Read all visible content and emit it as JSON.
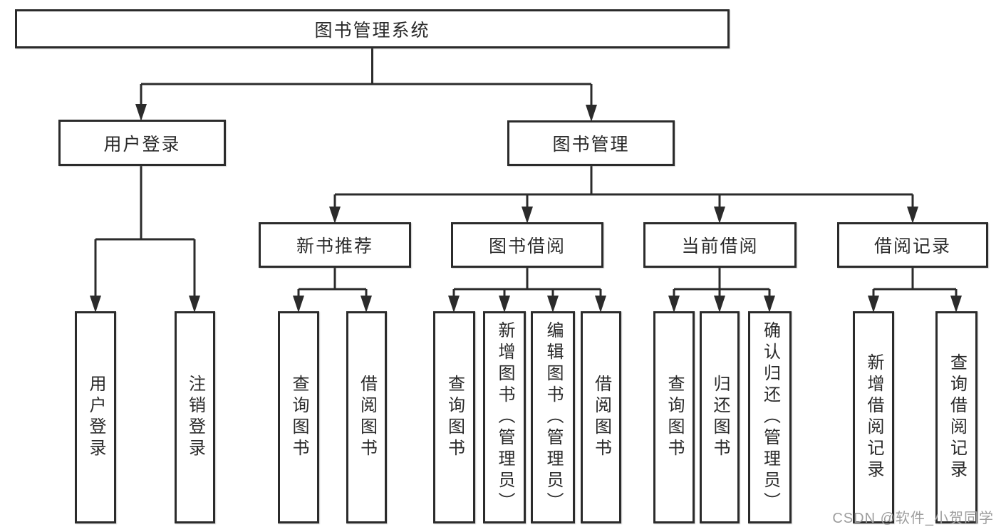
{
  "tree": {
    "label": "图书管理系统",
    "children": [
      {
        "label": "用户登录",
        "children": [
          {
            "label": "用户登录"
          },
          {
            "label": "注销登录"
          }
        ]
      },
      {
        "label": "图书管理",
        "children": [
          {
            "label": "新书推荐",
            "children": [
              {
                "label": "查询图书"
              },
              {
                "label": "借阅图书"
              }
            ]
          },
          {
            "label": "图书借阅",
            "children": [
              {
                "label": "查询图书"
              },
              {
                "label": "新增图书（管理员）"
              },
              {
                "label": "编辑图书（管理员）"
              },
              {
                "label": "借阅图书"
              }
            ]
          },
          {
            "label": "当前借阅",
            "children": [
              {
                "label": "查询图书"
              },
              {
                "label": "归还图书"
              },
              {
                "label": "确认归还（管理员）"
              }
            ]
          },
          {
            "label": "借阅记录",
            "children": [
              {
                "label": "新增借阅记录"
              },
              {
                "label": "查询借阅记录"
              }
            ]
          }
        ]
      }
    ]
  },
  "watermark": {
    "text": "CSDN @软件_小贺同学"
  },
  "colors": {
    "line": "#2b2b2b",
    "text": "#2a2a2a",
    "background": "#ffffff",
    "watermark": "#9e9e9e"
  }
}
